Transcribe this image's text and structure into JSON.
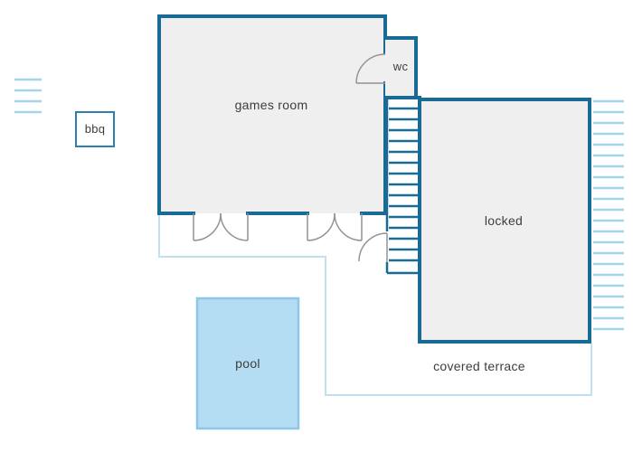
{
  "plan": {
    "labels": {
      "games_room": "games room",
      "wc": "wc",
      "locked": "locked",
      "pool": "pool",
      "bbq": "bbq",
      "covered_terrace": "covered terrace"
    },
    "colors": {
      "wall": "#1a6a96",
      "room_fill": "#efefef",
      "terrace_line": "#bfe0f1",
      "hatch": "#a5d4ec",
      "pool_fill": "#b4ddf4",
      "pool_border": "#8cc7e8",
      "bbq_border": "#2d7fad",
      "text": "#3d3d3d"
    }
  }
}
